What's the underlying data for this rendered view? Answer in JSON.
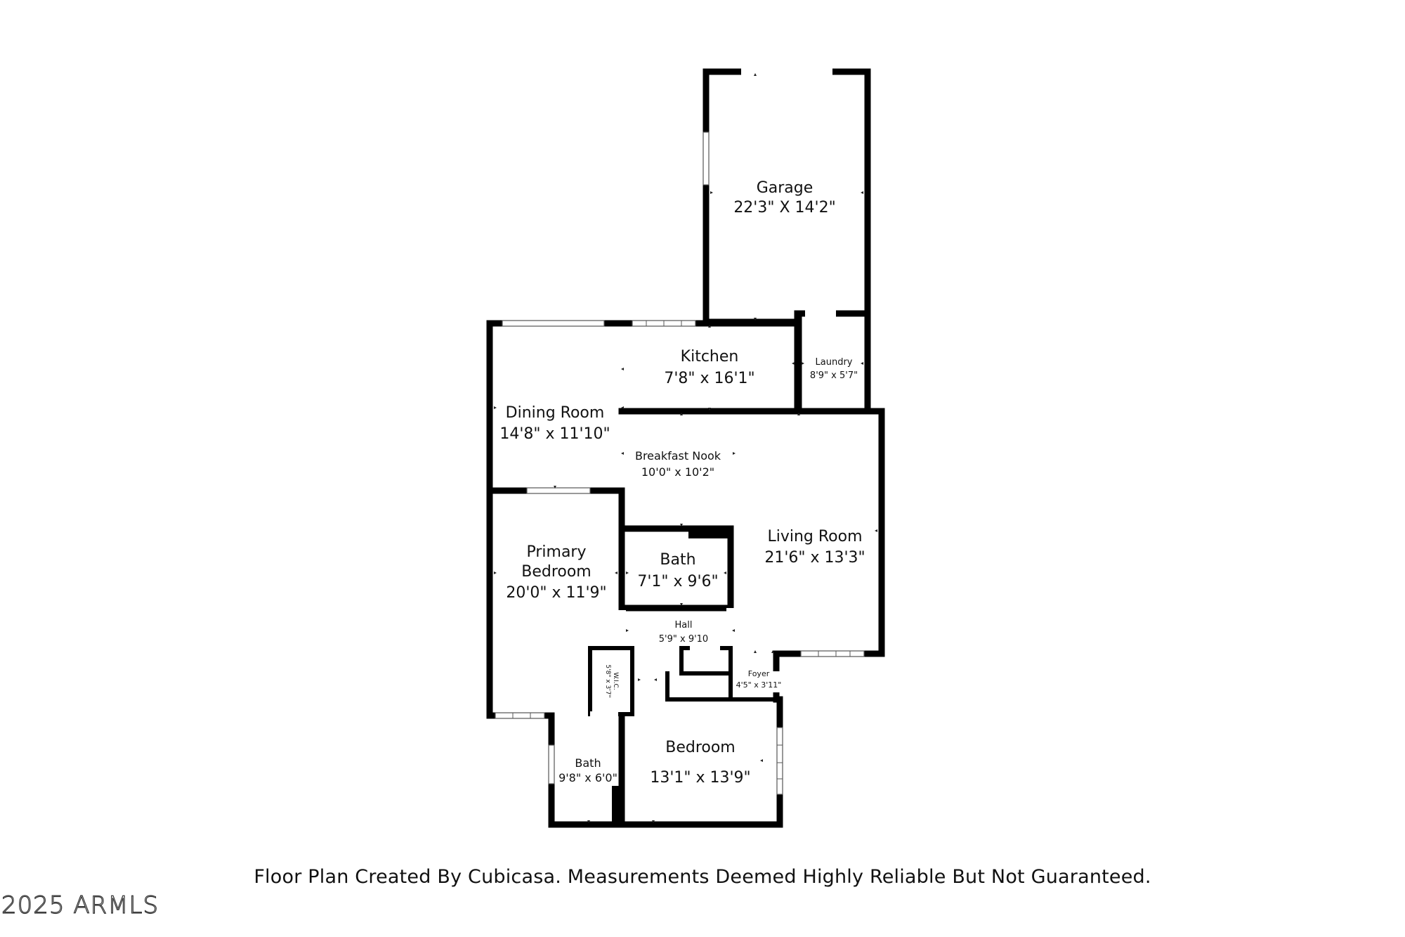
{
  "rooms": {
    "garage": {
      "name": "Garage",
      "dims": "22'3\" X 14'2\""
    },
    "kitchen": {
      "name": "Kitchen",
      "dims": "7'8\" x 16'1\""
    },
    "laundry": {
      "name": "Laundry",
      "dims": "8'9\" x 5'7\""
    },
    "dining": {
      "name": "Dining Room",
      "dims": "14'8\" x 11'10\""
    },
    "breakfast": {
      "name": "Breakfast Nook",
      "dims": "10'0\" x 10'2\""
    },
    "living": {
      "name": "Living Room",
      "dims": "21'6\" x 13'3\""
    },
    "primary_bedroom": {
      "name_line1": "Primary",
      "name_line2": "Bedroom",
      "dims": "20'0\" x 11'9\""
    },
    "bath_center": {
      "name": "Bath",
      "dims": "7'1\" x 9'6\""
    },
    "hall": {
      "name": "Hall",
      "dims": "5'9\" x 9'10"
    },
    "wic": {
      "name": "W.I.C.",
      "dims": "5'8\" x 3'7\""
    },
    "foyer": {
      "name": "Foyer",
      "dims": "4'5\" x 3'11\""
    },
    "bath_small": {
      "name": "Bath",
      "dims": "9'8\" x 6'0\""
    },
    "bedroom": {
      "name": "Bedroom",
      "dims": "13'1\" x 13'9\""
    }
  },
  "footer": {
    "note": "Floor Plan Created By Cubicasa. Measurements Deemed Highly Reliable But Not Guaranteed."
  },
  "watermark": {
    "text": "2025 ARMLS"
  }
}
